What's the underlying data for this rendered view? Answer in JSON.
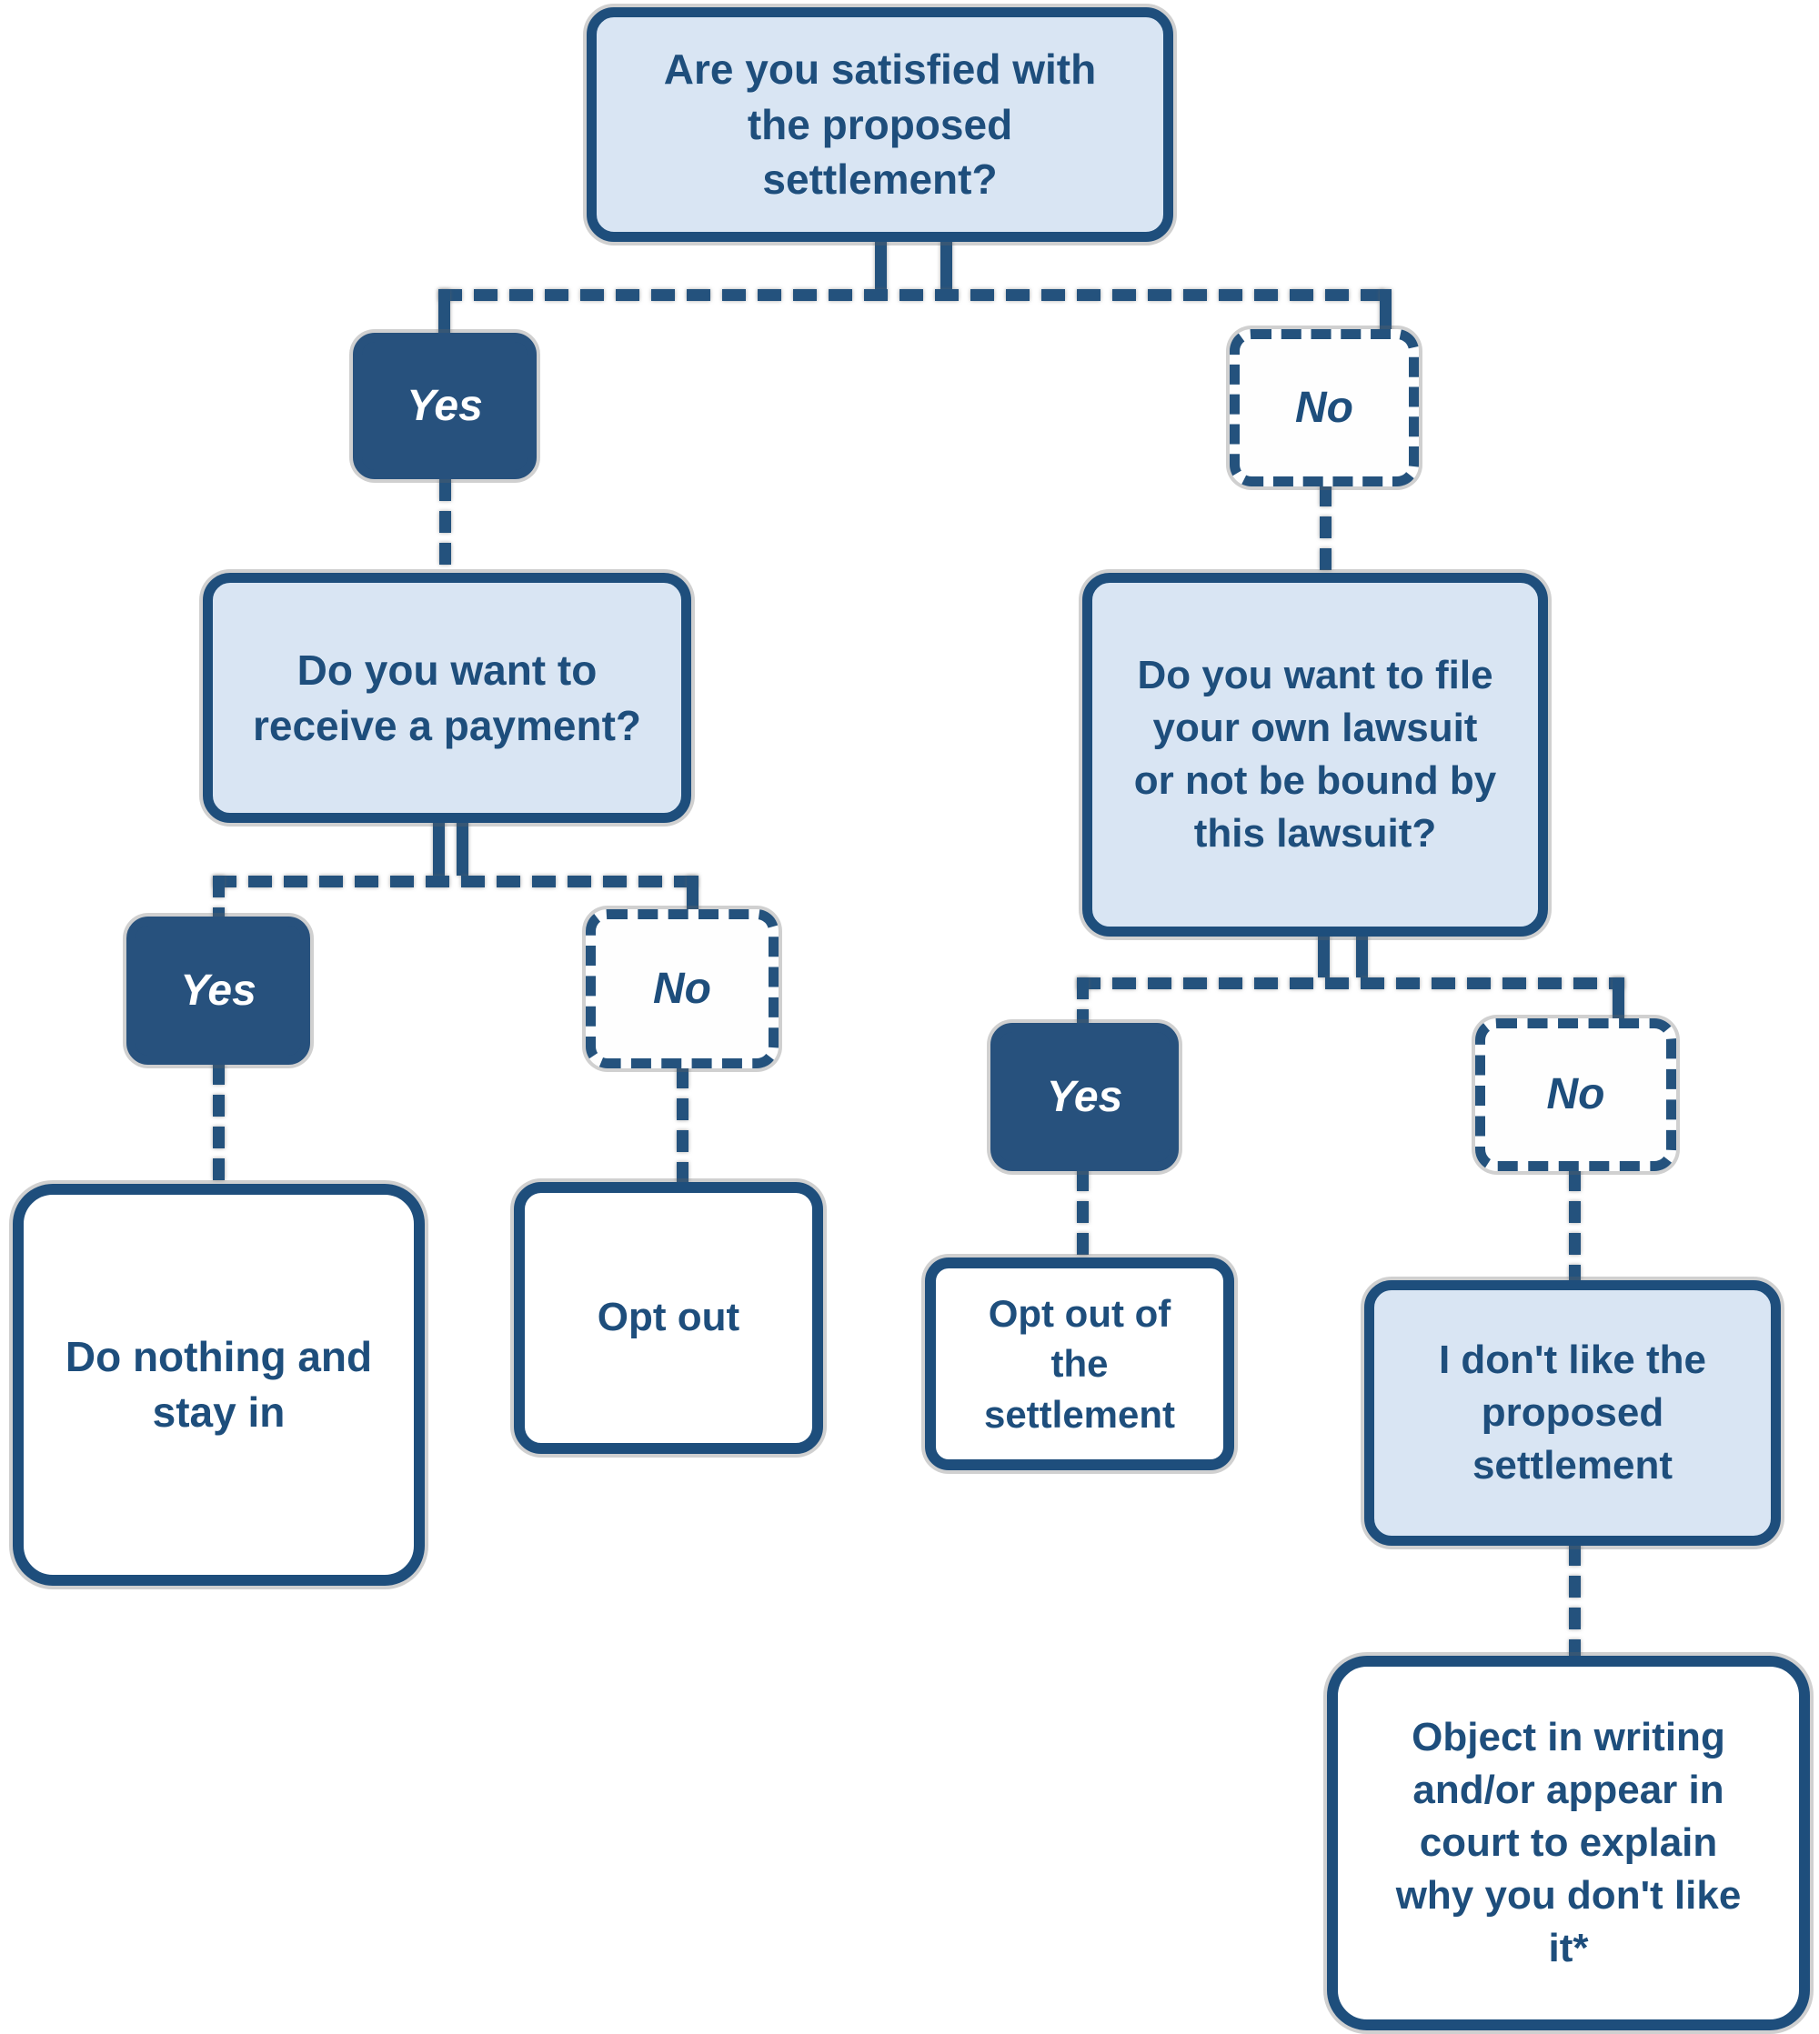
{
  "palette": {
    "dark_blue_fill": "#27517d",
    "light_blue_fill": "#d9e5f3",
    "border_blue": "#1e4e7c",
    "connector_blue": "#24527d",
    "text_on_dark": "#ffffff",
    "text_on_light": "#1e4e7c",
    "background": "#ffffff"
  },
  "flowchart": {
    "nodes": {
      "q1": {
        "label": "Are you satisfied with\nthe proposed\nsettlement?"
      },
      "yes1": {
        "label": "Yes"
      },
      "no1": {
        "label": "No"
      },
      "q2": {
        "label": "Do you want to\nreceive a payment?"
      },
      "yes2": {
        "label": "Yes"
      },
      "no2": {
        "label": "No"
      },
      "leaf_do_nothing": {
        "label": "Do nothing and\nstay in"
      },
      "leaf_opt_out": {
        "label": "Opt out"
      },
      "q3": {
        "label": "Do you want to file\nyour own lawsuit\nor not be bound by\nthis lawsuit?"
      },
      "yes3": {
        "label": "Yes"
      },
      "no3": {
        "label": "No"
      },
      "leaf_opt_out_settlement": {
        "label": "Opt out of\nthe\nsettlement"
      },
      "dont_like": {
        "label": "I don't like the\nproposed\nsettlement"
      },
      "leaf_object": {
        "label": "Object in writing\nand/or appear in\ncourt to explain\nwhy you don't like\nit*"
      }
    }
  }
}
